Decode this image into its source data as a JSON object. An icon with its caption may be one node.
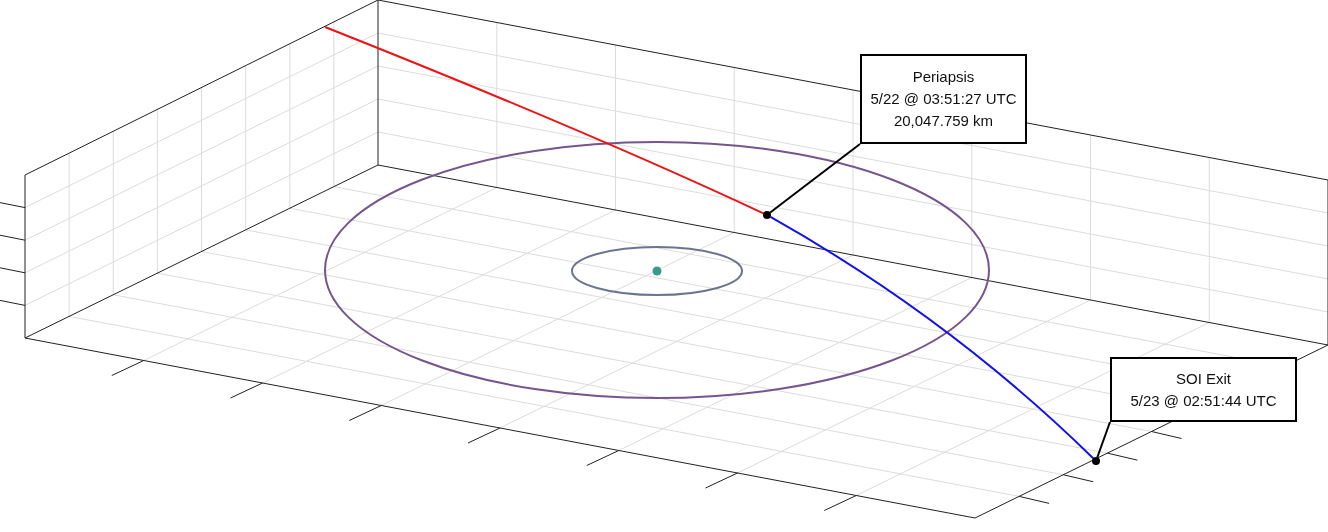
{
  "diagram": {
    "nodes": [
      {
        "text": [
          "Periapsis",
          "5/22 @ 03:51:27 UTC",
          "20,047.759 km"
        ]
      },
      {
        "text": [],
        "shape": "circle"
      },
      {
        "text": [
          "SOI Exit",
          "5/23 @ 02:51:44 UTC"
        ]
      },
      {
        "text": [],
        "shape": "circle"
      }
    ],
    "edges": [
      {
        "from": 0,
        "to": 1,
        "arrow": "none"
      },
      {
        "from": 2,
        "to": 3,
        "arrow": "none"
      },
      {
        "from": null,
        "to": 1,
        "arrow": "none",
        "color": "#ee1111"
      },
      {
        "from": 1,
        "to": 3,
        "arrow": "none",
        "color": "#1111ee"
      }
    ]
  }
}
